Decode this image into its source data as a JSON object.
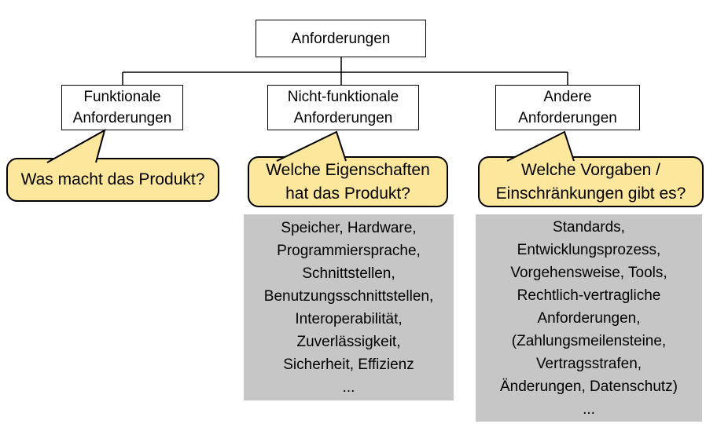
{
  "tree": {
    "root_label": "Anforderungen",
    "nodes": [
      {
        "line1": "Funktionale",
        "line2": "Anforderungen"
      },
      {
        "line1": "Nicht-funktionale",
        "line2": "Anforderungen"
      },
      {
        "line1": "Andere",
        "line2": "Anforderungen"
      }
    ]
  },
  "callouts": [
    {
      "lines": [
        "Was macht das Produkt?"
      ]
    },
    {
      "lines": [
        "Welche Eigenschaften",
        "hat das Produkt?"
      ]
    },
    {
      "lines": [
        "Welche Vorgaben /",
        "Einschränkungen gibt es?"
      ]
    }
  ],
  "detail_boxes": [
    {
      "lines": [
        "Speicher, Hardware,",
        "Programmiersprache,",
        "Schnittstellen,",
        "Benutzungsschnittstellen,",
        "Interoperabilität,",
        "Zuverlässigkeit,",
        "Sicherheit, Effizienz",
        "..."
      ]
    },
    {
      "lines": [
        "Standards,",
        "Entwicklungsprozess,",
        "Vorgehensweise, Tools,",
        "Rechtlich-vertragliche",
        "Anforderungen,",
        "(Zahlungsmeilensteine,",
        "Vertragsstrafen,",
        "Änderungen, Datenschutz)",
        "..."
      ]
    }
  ],
  "colors": {
    "callout_fill": "#fce79d",
    "detail_fill": "#c6c6c6",
    "line_color": "#000000"
  }
}
